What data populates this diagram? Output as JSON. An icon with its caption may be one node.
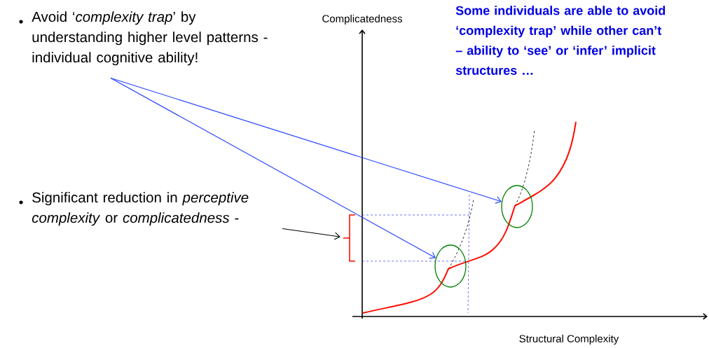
{
  "diagram": {
    "nodes": [
      {
        "text": [
          "Avoid ‘*complexity trap*’ by understanding higher level patterns - individual cognitive ability!"
        ]
      },
      {
        "text": [
          "Significant reduction in *perceptive complexity* or *complicatedness* -"
        ]
      },
      {
        "text": [
          "Some individuals are able to avoid ‘complexity trap’ while other can’t – ability to ‘see’ or ‘infer’ implicit structures …"
        ]
      },
      {
        "text": [],
        "shape": "circle"
      },
      {
        "text": [],
        "shape": "circle"
      },
      {
        "text": [],
        "shape": "bracket"
      }
    ],
    "edges": [
      {
        "from": 0,
        "to": 3,
        "arrow": "to",
        "color": "#1f3fff"
      },
      {
        "from": 0,
        "to": 4,
        "arrow": "to",
        "color": "#1f3fff"
      },
      {
        "from": 1,
        "to": 5,
        "arrow": "to",
        "color": "#000000"
      }
    ],
    "labels": [
      "Complicatedness",
      "Structural Complexity"
    ]
  }
}
